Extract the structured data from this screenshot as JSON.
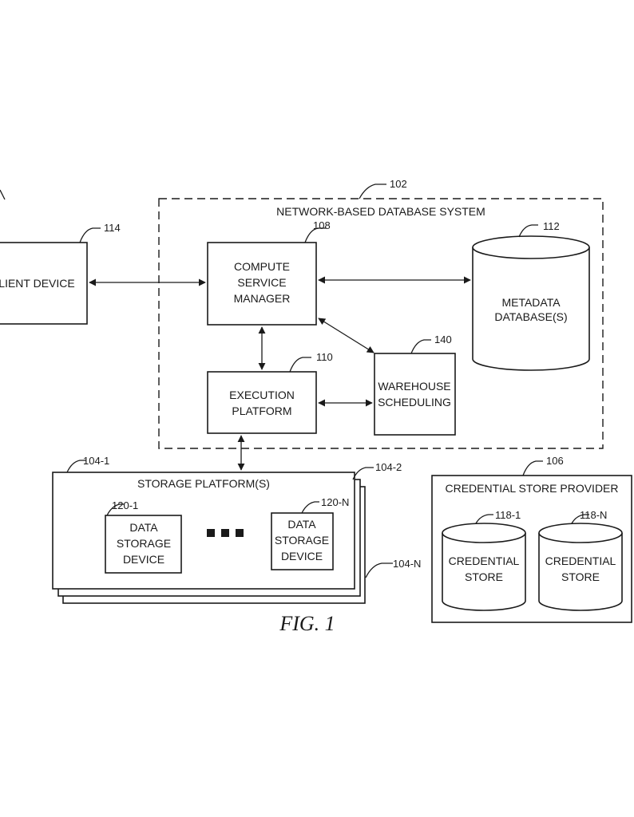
{
  "figure": {
    "caption": "FIG. 1"
  },
  "system": {
    "title": "NETWORK-BASED DATABASE SYSTEM",
    "ref": "102"
  },
  "client": {
    "label": "LIENT DEVICE",
    "ref": "114"
  },
  "compute": {
    "line1": "COMPUTE",
    "line2": "SERVICE",
    "line3": "MANAGER",
    "ref": "108"
  },
  "metadata": {
    "line1": "METADATA",
    "line2": "DATABASE(S)",
    "ref": "112"
  },
  "execution": {
    "line1": "EXECUTION",
    "line2": "PLATFORM",
    "ref": "110"
  },
  "warehouse": {
    "line1": "WAREHOUSE",
    "line2": "SCHEDULING",
    "ref": "140"
  },
  "storage": {
    "title": "STORAGE PLATFORM(S)",
    "ref1": "104-1",
    "ref2": "104-2",
    "refN": "104-N",
    "device1": {
      "line1": "DATA",
      "line2": "STORAGE",
      "line3": "DEVICE",
      "ref": "120-1"
    },
    "deviceN": {
      "line1": "DATA",
      "line2": "STORAGE",
      "line3": "DEVICE",
      "ref": "120-N"
    }
  },
  "credential": {
    "title": "CREDENTIAL STORE PROVIDER",
    "ref": "106",
    "store1": {
      "line1": "CREDENTIAL",
      "line2": "STORE",
      "ref": "118-1"
    },
    "storeN": {
      "line1": "CREDENTIAL",
      "line2": "STORE",
      "ref": "118-N"
    }
  }
}
